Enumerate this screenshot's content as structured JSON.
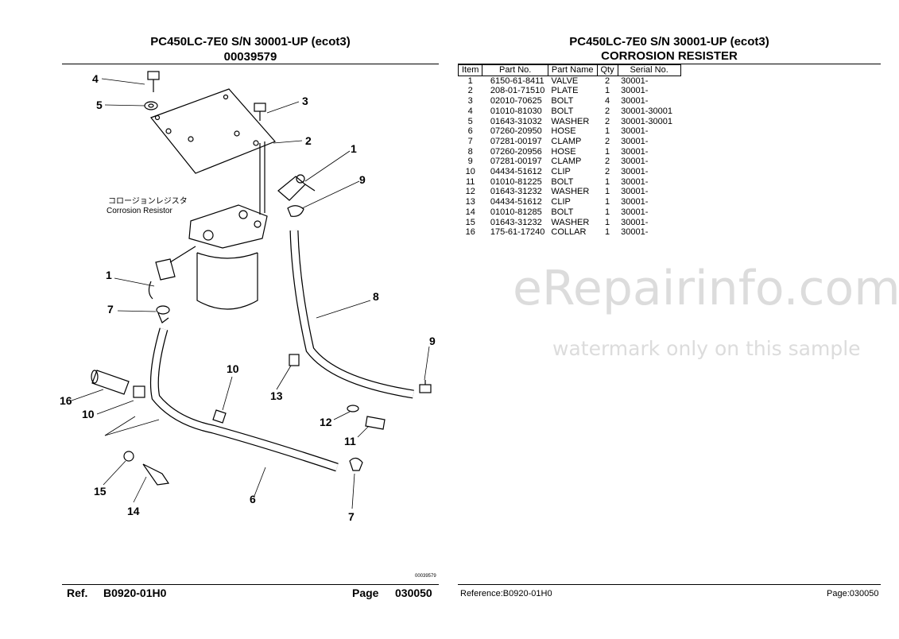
{
  "left": {
    "title": "PC450LC-7E0 S/N 30001-UP (ecot3)",
    "number": "00039579",
    "label_jp": "コロージョンレジスタ",
    "label_en": "Corrosion Resistor",
    "small_code": "00039579",
    "callouts": [
      "4",
      "5",
      "3",
      "2",
      "1",
      "9",
      "1",
      "7",
      "8",
      "9",
      "10",
      "16",
      "10",
      "13",
      "12",
      "11",
      "15",
      "14",
      "6",
      "7"
    ],
    "footer": {
      "ref_label": "Ref.",
      "ref_value": "B0920-01H0",
      "page_label": "Page",
      "page_value": "030050"
    }
  },
  "right": {
    "title": "PC450LC-7E0 S/N 30001-UP (ecot3)",
    "subtitle": "CORROSION RESISTER",
    "table": {
      "headers": [
        "Item",
        "Part No.",
        "Part Name",
        "Qty",
        "Serial No."
      ],
      "rows": [
        [
          "1",
          "6150-61-8411",
          "VALVE",
          "2",
          "30001-"
        ],
        [
          "2",
          "208-01-71510",
          "PLATE",
          "1",
          "30001-"
        ],
        [
          "3",
          "02010-70625",
          "BOLT",
          "4",
          "30001-"
        ],
        [
          "4",
          "01010-81030",
          "BOLT",
          "2",
          "30001-30001"
        ],
        [
          "5",
          "01643-31032",
          "WASHER",
          "2",
          "30001-30001"
        ],
        [
          "6",
          "07260-20950",
          "HOSE",
          "1",
          "30001-"
        ],
        [
          "7",
          "07281-00197",
          "CLAMP",
          "2",
          "30001-"
        ],
        [
          "8",
          "07260-20956",
          "HOSE",
          "1",
          "30001-"
        ],
        [
          "9",
          "07281-00197",
          "CLAMP",
          "2",
          "30001-"
        ],
        [
          "10",
          "04434-51612",
          "CLIP",
          "2",
          "30001-"
        ],
        [
          "11",
          "01010-81225",
          "BOLT",
          "1",
          "30001-"
        ],
        [
          "12",
          "01643-31232",
          "WASHER",
          "1",
          "30001-"
        ],
        [
          "13",
          "04434-51612",
          "CLIP",
          "1",
          "30001-"
        ],
        [
          "14",
          "01010-81285",
          "BOLT",
          "1",
          "30001-"
        ],
        [
          "15",
          "01643-31232",
          "WASHER",
          "1",
          "30001-"
        ],
        [
          "16",
          "175-61-17240",
          "COLLAR",
          "1",
          "30001-"
        ]
      ]
    },
    "watermark": {
      "main": "eRepairinfo.com",
      "sub": "watermark only on this sample"
    },
    "footer": {
      "reference": "Reference:B0920-01H0",
      "page": "Page:030050"
    }
  }
}
